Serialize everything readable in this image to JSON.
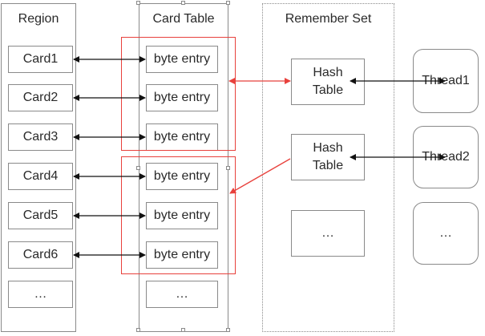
{
  "region": {
    "title": "Region",
    "cards": [
      "Card1",
      "Card2",
      "Card3",
      "Card4",
      "Card5",
      "Card6",
      "…"
    ]
  },
  "card_table": {
    "title": "Card Table",
    "entries": [
      "byte entry",
      "byte entry",
      "byte entry",
      "byte entry",
      "byte entry",
      "byte entry",
      "…"
    ]
  },
  "remember_set": {
    "title": "Remember Set",
    "items": [
      "Hash\nTable",
      "Hash\nTable",
      "…"
    ]
  },
  "threads": [
    "Thread1",
    "Thread2",
    "…"
  ],
  "colors": {
    "line": "#8a8a8a",
    "highlight": "#e8413c",
    "arrow": "#111111"
  }
}
